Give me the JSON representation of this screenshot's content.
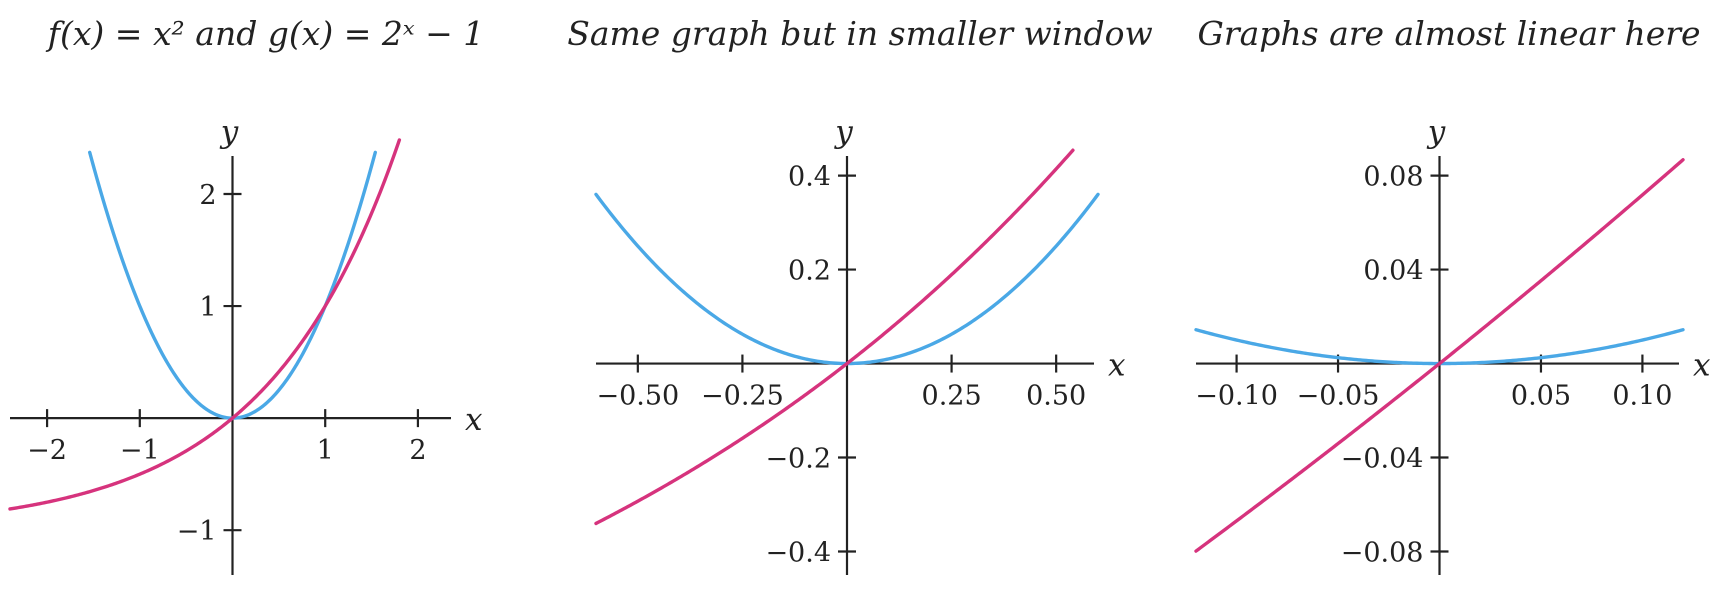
{
  "figure": {
    "colors": {
      "f": "#4aa8e6",
      "g": "#d6337d",
      "axis": "#222222"
    }
  },
  "chart_data": [
    {
      "type": "line",
      "title": "f(x) = x² and g(x) = 2ˣ − 1",
      "xlabel": "x",
      "ylabel": "y",
      "xlim": [
        -2.4,
        2.4
      ],
      "ylim": [
        -1.4,
        2.5
      ],
      "xticks": [
        -2,
        -1,
        1,
        2
      ],
      "xtick_labels": [
        "−2",
        "−1",
        "1",
        "2"
      ],
      "yticks": [
        -1,
        1,
        2
      ],
      "ytick_labels": [
        "−1",
        "1",
        "2"
      ],
      "grid": false,
      "series": [
        {
          "color_key": "f",
          "domain": [
            -1.54,
            1.54
          ],
          "x": [
            -1.5,
            -1.0,
            -0.5,
            0.0,
            0.5,
            1.0,
            1.5
          ],
          "y": [
            2.25,
            1.0,
            0.25,
            0.0,
            0.25,
            1.0,
            2.25
          ]
        },
        {
          "color_key": "g",
          "domain": [
            -2.4,
            1.8
          ],
          "x": [
            -2.0,
            -1.0,
            0.0,
            1.0,
            1.5,
            1.8
          ],
          "y": [
            -0.75,
            -0.5,
            0.0,
            1.0,
            1.83,
            2.48
          ]
        }
      ]
    },
    {
      "type": "line",
      "title": "Same graph but in smaller window",
      "xlabel": "x",
      "ylabel": "y",
      "xlim": [
        -0.6,
        0.6
      ],
      "ylim": [
        -0.45,
        0.48
      ],
      "xticks": [
        -0.5,
        -0.25,
        0.25,
        0.5
      ],
      "xtick_labels": [
        "−0.50",
        "−0.25",
        "0.25",
        "0.50"
      ],
      "yticks": [
        -0.4,
        -0.2,
        0.2,
        0.4
      ],
      "ytick_labels": [
        "−0.4",
        "−0.2",
        "0.2",
        "0.4"
      ],
      "grid": false,
      "series": [
        {
          "color_key": "f",
          "domain": [
            -0.6,
            0.6
          ],
          "x": [
            -0.5,
            -0.25,
            0.0,
            0.25,
            0.5
          ],
          "y": [
            0.25,
            0.0625,
            0.0,
            0.0625,
            0.25
          ]
        },
        {
          "color_key": "g",
          "domain": [
            -0.6,
            0.54
          ],
          "x": [
            -0.5,
            -0.25,
            0.0,
            0.25,
            0.5
          ],
          "y": [
            -0.293,
            -0.159,
            0.0,
            0.189,
            0.414
          ]
        }
      ]
    },
    {
      "type": "line",
      "title": "Graphs are almost linear here",
      "xlabel": "x",
      "ylabel": "y",
      "xlim": [
        -0.12,
        0.12
      ],
      "ylim": [
        -0.09,
        0.096
      ],
      "xticks": [
        -0.1,
        -0.05,
        0.05,
        0.1
      ],
      "xtick_labels": [
        "−0.10",
        "−0.05",
        "0.05",
        "0.10"
      ],
      "yticks": [
        -0.08,
        -0.04,
        0.04,
        0.08
      ],
      "ytick_labels": [
        "−0.08",
        "−0.04",
        "0.04",
        "0.08"
      ],
      "grid": false,
      "series": [
        {
          "color_key": "f",
          "domain": [
            -0.12,
            0.12
          ],
          "x": [
            -0.1,
            -0.05,
            0.0,
            0.05,
            0.1
          ],
          "y": [
            0.01,
            0.0025,
            0.0,
            0.0025,
            0.01
          ]
        },
        {
          "color_key": "g",
          "domain": [
            -0.12,
            0.12
          ],
          "x": [
            -0.1,
            -0.05,
            0.0,
            0.05,
            0.1
          ],
          "y": [
            -0.067,
            -0.034,
            0.0,
            0.035,
            0.072
          ]
        }
      ]
    }
  ]
}
